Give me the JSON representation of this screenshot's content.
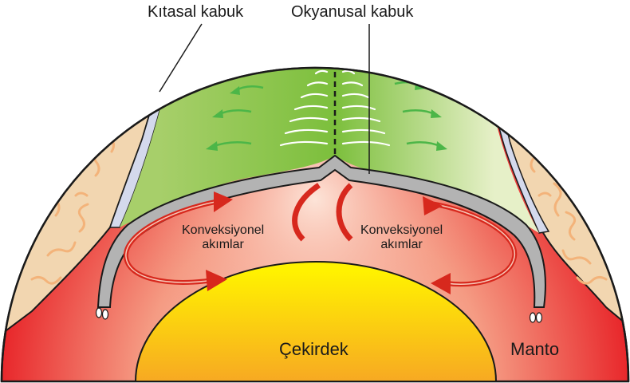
{
  "labels": {
    "continental_crust": "Kıtasal kabuk",
    "oceanic_crust": "Okyanusal kabuk",
    "convection_left_line1": "Konveksiyonel",
    "convection_left_line2": "akımlar",
    "convection_right_line1": "Konveksiyonel",
    "convection_right_line2": "akımlar",
    "core": "Çekirdek",
    "mantle": "Manto"
  },
  "colors": {
    "mantle_edge": "#e8262a",
    "mantle_center": "#fbd3c4",
    "core_top": "#fff200",
    "core_bottom": "#f7a823",
    "ocean_green": "#8cc63f",
    "ocean_green_light": "#dcebb4",
    "crust_gray": "#b3b3b3",
    "continental_tan": "#f2d6b0",
    "arrow_red": "#d7281d"
  }
}
